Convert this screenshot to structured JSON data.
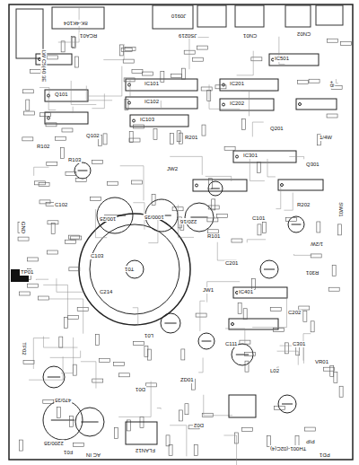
{
  "diagram": {
    "labels": [
      "LW C5(40 3E",
      "RCA01",
      "8K-4K104",
      "JS0219",
      "J0910",
      "CN01",
      "CN02",
      "IC101",
      "IC102",
      "IC103",
      "IC201",
      "IC202",
      "IC301",
      "IC401",
      "Q101",
      "Q102",
      "Q201",
      "Q301",
      "R101",
      "R102",
      "R103",
      "R201",
      "R202",
      "R301",
      "C101",
      "C102",
      "C103",
      "C201",
      "C202",
      "C301",
      "C111",
      "C214",
      "D01",
      "D02",
      "T01",
      "L01",
      "L02",
      "TP01",
      "TP02",
      "1000/35",
      "100/25",
      "220/16",
      "470/35",
      "2200/35",
      "PD1",
      "PIP",
      "FLAN12",
      "F01",
      "TH001-(02C(4)",
      "1/2W",
      "1/4W",
      "GND",
      "+B",
      "AC IN",
      "ZD01",
      "IC501",
      "VR01",
      "SW01",
      "JW1",
      "JW2"
    ]
  }
}
